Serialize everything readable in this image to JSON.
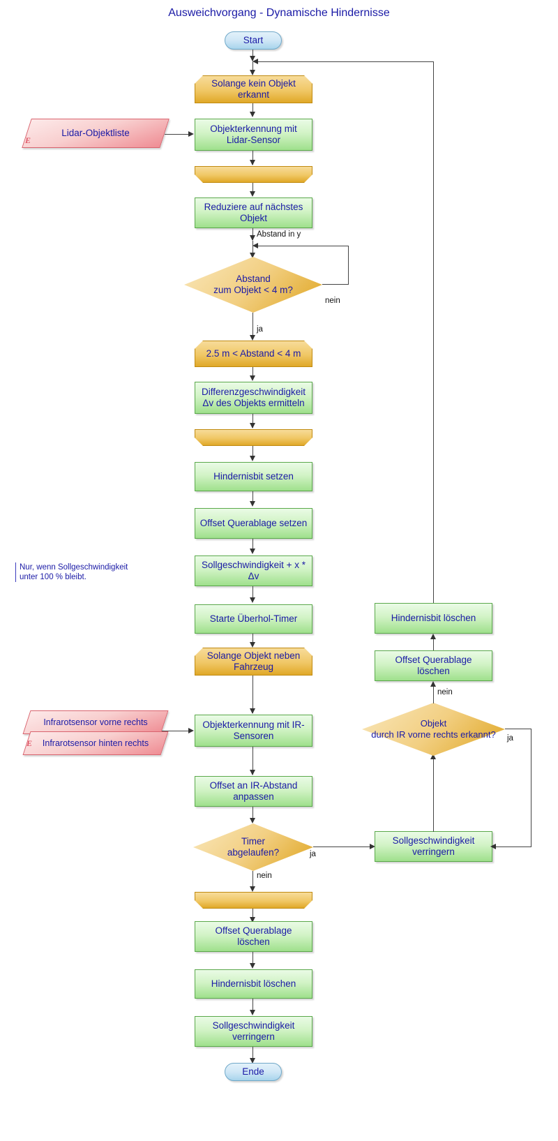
{
  "diagram": {
    "title": "Ausweichvorgang - Dynamische Hindernisse",
    "start_label": "Start",
    "end_label": "Ende"
  },
  "nodes": {
    "loop_no_object": "Solange kein Objekt erkannt",
    "lidar_detect": "Objekterkennung mit Lidar-Sensor",
    "loop_end_1": "",
    "reduce_nearest": "Reduziere auf nächstes Objekt",
    "dec_distance": "Abstand\nzum Objekt < 4 m?",
    "loop_distance_range": "2.5 m < Abstand < 4 m",
    "delta_v": "Differenzgeschwindigkeit Δv des Objekts ermitteln",
    "loop_end_2": "",
    "set_obstacle_bit": "Hindernisbit setzen",
    "set_offset": "Offset Querablage setzen",
    "speed_plus": "Sollgeschwindigkeit + x * Δv",
    "start_timer": "Starte Überhol-Timer",
    "loop_object_beside": "Solange Objekt neben Fahrzeug",
    "ir_detect": "Objekterkennung mit IR-Sensoren",
    "adjust_offset_ir": "Offset an IR-Abstand anpassen",
    "dec_timer": "Timer\nabgelaufen?",
    "loop_end_3": "",
    "clear_offset_bottom": "Offset Querablage löschen",
    "clear_bit_bottom": "Hindernisbit löschen",
    "reduce_speed_bottom": "Sollgeschwindigkeit verringern",
    "clear_bit_right": "Hindernisbit löschen",
    "clear_offset_right": "Offset Querablage löschen",
    "dec_ir_object": "Objekt\ndurch IR vorne rechts erkannt?",
    "reduce_speed_right": "Sollgeschwindigkeit verringern"
  },
  "inputs": {
    "lidar_list": "Lidar-Objektliste",
    "ir_front_right": "Infrarotsensor vorne rechts",
    "ir_rear_right": "Infrarotsensor hinten rechts",
    "e_marker": "E"
  },
  "edge_labels": {
    "abstand_in_y": "Abstand in y",
    "dec_distance_no": "nein",
    "dec_distance_yes": "ja",
    "dec_timer_yes": "ja",
    "dec_timer_no": "nein",
    "dec_ir_no": "nein",
    "dec_ir_yes": "ja"
  },
  "annotations": {
    "speed_note": "Nur, wenn Sollgeschwindigkeit\nunter 100 % bleibt."
  },
  "colors": {
    "title": "#1a1aa6",
    "process_fill": "#bdeeab",
    "process_border": "#5aa84a",
    "loop_fill": "#f0c765",
    "loop_border": "#c08a10",
    "decision_fill": "#f2cf82",
    "terminator_fill": "#cfe7f6",
    "input_fill": "#f2a6ad",
    "input_border": "#d9636e",
    "connector": "#444444",
    "text": "#1a1aa6"
  }
}
